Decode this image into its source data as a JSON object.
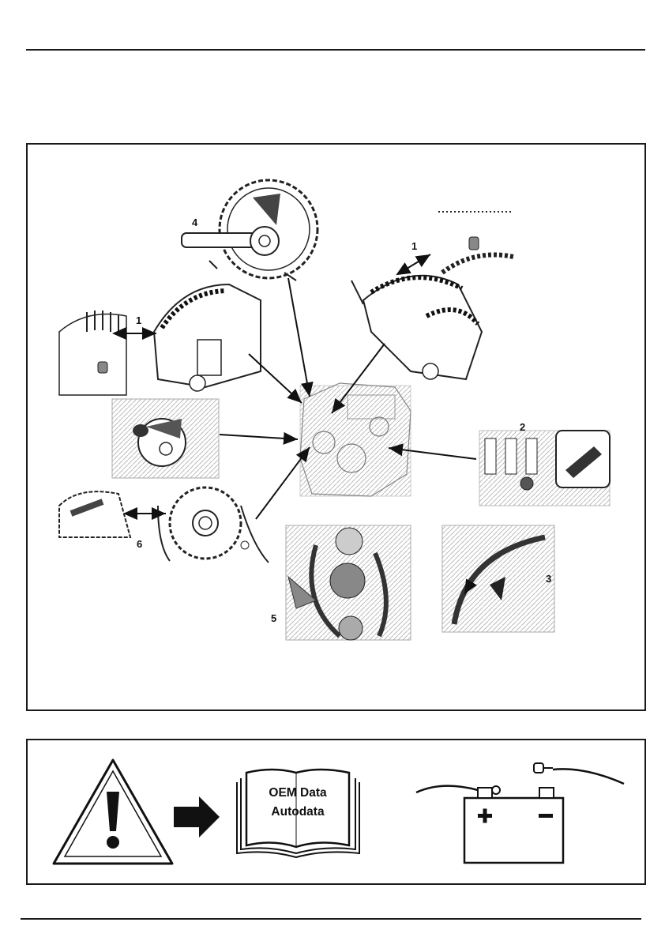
{
  "figure": {
    "callouts": [
      {
        "id": "4",
        "text": "4"
      },
      {
        "id": "1-left",
        "text": "1"
      },
      {
        "id": "1-right",
        "text": "1"
      },
      {
        "id": "2",
        "text": "2"
      },
      {
        "id": "3",
        "text": "3"
      },
      {
        "id": "5",
        "text": "5"
      },
      {
        "id": "6",
        "text": "6"
      }
    ]
  },
  "notice": {
    "warning_icon": "warning-triangle-icon",
    "arrow_icon": "arrow-right-icon",
    "book_icon": "manual-book-icon",
    "book_line1": "OEM Data",
    "book_line2": "Autodata",
    "battery_icon": "battery-disconnect-icon",
    "battery_plus": "+",
    "battery_minus": "−"
  }
}
